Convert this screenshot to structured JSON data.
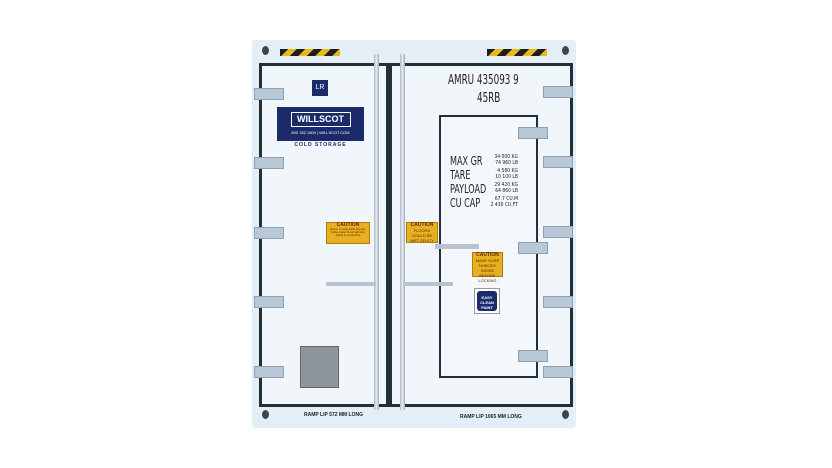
{
  "brand": {
    "name": "WILLSCOT",
    "contact": "800.782.1500 | WILLSCOT.COM",
    "product": "COLD STORAGE",
    "lr_logo": "LR"
  },
  "container_id": {
    "line1": "AMRU 435093 9",
    "line2": "45RB"
  },
  "specs": [
    {
      "label": "MAX GR",
      "v1": "34 000 KG",
      "v2": "74 960 LB"
    },
    {
      "label": "TARE",
      "v1": "4 580 KG",
      "v2": "10 100 LB"
    },
    {
      "label": "PAYLOAD",
      "v1": "29 420 KG",
      "v2": "64 860 LB"
    },
    {
      "label": "CU CAP",
      "v1": "67.7 CU.M",
      "v2": "2 430 CU.FT"
    }
  ],
  "labels": {
    "caution_left_title": "CAUTION",
    "caution_left_text": "Ensure no seals within grounds. Follow proper lift and tight door should be closed here",
    "caution_mid_title": "CAUTION",
    "caution_mid_text": "FLOORS COULD BE WET OR ICY",
    "caution_right_title": "CAUTION",
    "caution_right_text": "MAKE SURE NOBODY INSIDE BEFORE LOCKING",
    "easy_clean": "EASY CLEAN PAINT",
    "ramp_left": "RAMP LIP 572 MM LONG",
    "ramp_right": "RAMP LIP 1065 MM LONG"
  },
  "colors": {
    "navy": "#1b2a6b",
    "caution": "#e8b020",
    "frame": "#e3eef7"
  }
}
